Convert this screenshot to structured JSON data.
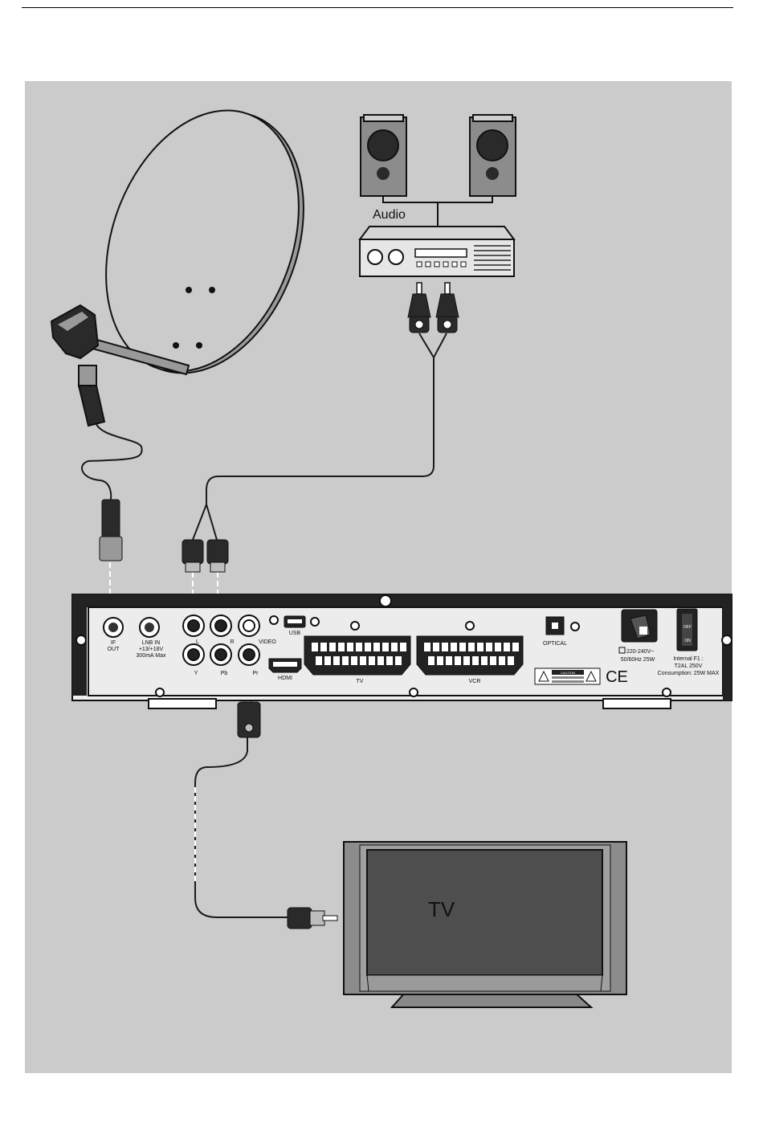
{
  "colors": {
    "background": "#cbcbcb",
    "device_light": "#e6e6e6",
    "device_dark": "#222222",
    "speaker_body": "#8c8c8c",
    "tv_screen": "#4e4e4e",
    "cable": "#1a1a1a"
  },
  "labels": {
    "audio": "Audio",
    "tv_screen": "TV"
  },
  "receiver": {
    "if_out": "IF",
    "if_out2": "OUT",
    "lnb_in": "LNB IN",
    "lnb_volt": "+13/+18V",
    "lnb_ma": "300mA Max",
    "audio_l": "L",
    "audio_r": "R",
    "video": "VIDEO",
    "y": "Y",
    "pb": "Pb",
    "pr": "Pr",
    "usb": "USB",
    "hdmi": "HDMI",
    "scart_tv": "TV",
    "scart_vcr": "VCR",
    "optical": "OPTICAL",
    "caution": "CAUTION",
    "ce": "CE",
    "power_rating": "220-240V~",
    "power_freq": "50/60Hz 25W",
    "fuse_line1": "Internal F1 :",
    "fuse_line2": "T2AL 250V",
    "fuse_line3": "Consumption: 25W MAX",
    "switch_off": "OFF",
    "switch_on": "ON"
  },
  "icons": [
    "satellite-dish-icon",
    "speaker-icon",
    "amplifier-icon",
    "rca-plug-icon",
    "coax-plug-icon",
    "receiver-icon",
    "tv-icon",
    "screw-icon"
  ]
}
